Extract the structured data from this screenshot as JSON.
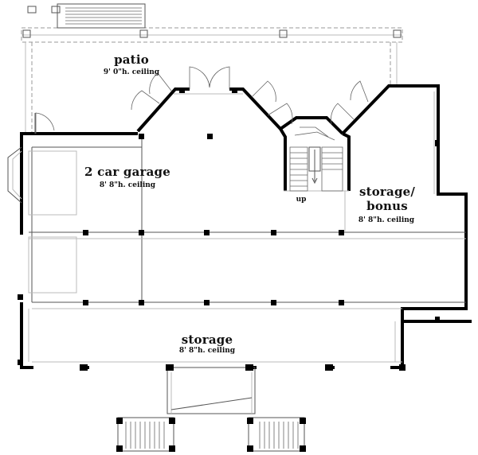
{
  "rooms": {
    "patio": {
      "name": "patio",
      "ceiling": "9' 0\"h. ceiling"
    },
    "garage": {
      "name": "2 car garage",
      "ceiling": "8' 8\"h. ceiling"
    },
    "storage_bonus": {
      "name_line1": "storage/",
      "name_line2": "bonus",
      "ceiling": "8' 8\"h. ceiling"
    },
    "storage": {
      "name": "storage",
      "ceiling": "8' 8\"h. ceiling"
    }
  },
  "stair_label": "up"
}
